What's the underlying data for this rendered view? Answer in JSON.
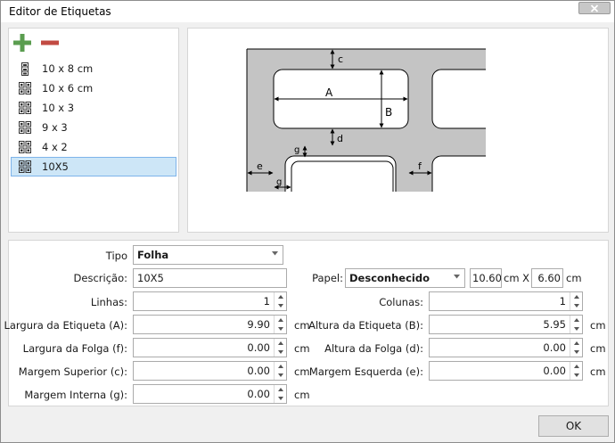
{
  "window": {
    "title": "Editor de Etiquetas"
  },
  "toolbar": {
    "add_icon": "plus-icon",
    "remove_icon": "minus-icon"
  },
  "colors": {
    "add": "#5a9d4f",
    "remove": "#c24a42",
    "selected_bg": "#cde6f7",
    "selected_border": "#7eb4ea",
    "diagram_fill": "#c4c4c4"
  },
  "labels": [
    {
      "name": "10 x 8 cm",
      "icon": "single-column-icon"
    },
    {
      "name": "10 x 6 cm",
      "icon": "grid-icon"
    },
    {
      "name": "10 x 3",
      "icon": "grid-icon"
    },
    {
      "name": "9 x 3",
      "icon": "grid-icon"
    },
    {
      "name": "4 x 2",
      "icon": "grid-icon"
    },
    {
      "name": "10X5",
      "icon": "grid-icon",
      "selected": true
    }
  ],
  "diagram": {
    "a": "A",
    "b": "B",
    "c": "c",
    "d": "d",
    "e": "e",
    "f": "f",
    "g1": "g",
    "g2": "g"
  },
  "form": {
    "tipo_label": "Tipo",
    "tipo_value": "Folha",
    "descricao_label": "Descrição:",
    "descricao_value": "10X5",
    "papel_label": "Papel:",
    "papel_value": "Desconhecido",
    "papel_width": "10.60",
    "papel_width_unit": "cm X",
    "papel_height": "6.60",
    "papel_height_unit": "cm",
    "linhas_label": "Linhas:",
    "linhas_value": "1",
    "colunas_label": "Colunas:",
    "colunas_value": "1",
    "largura_label": "Largura da Etiqueta (A):",
    "largura_value": "9.90",
    "largura_unit": "cm",
    "altura_label": "Altura da Etiqueta (B):",
    "altura_value": "5.95",
    "altura_unit": "cm",
    "largura_folga_label": "Largura da Folga (f):",
    "largura_folga_value": "0.00",
    "largura_folga_unit": "cm",
    "altura_folga_label": "Altura da Folga (d):",
    "altura_folga_value": "0.00",
    "altura_folga_unit": "cm",
    "margem_sup_label": "Margem Superior (c):",
    "margem_sup_value": "0.00",
    "margem_sup_unit": "cm",
    "margem_esq_label": "Margem Esquerda (e):",
    "margem_esq_value": "0.00",
    "margem_esq_unit": "cm",
    "margem_int_label": "Margem Interna (g):",
    "margem_int_value": "0.00",
    "margem_int_unit": "cm"
  },
  "footer": {
    "ok_label": "OK"
  }
}
